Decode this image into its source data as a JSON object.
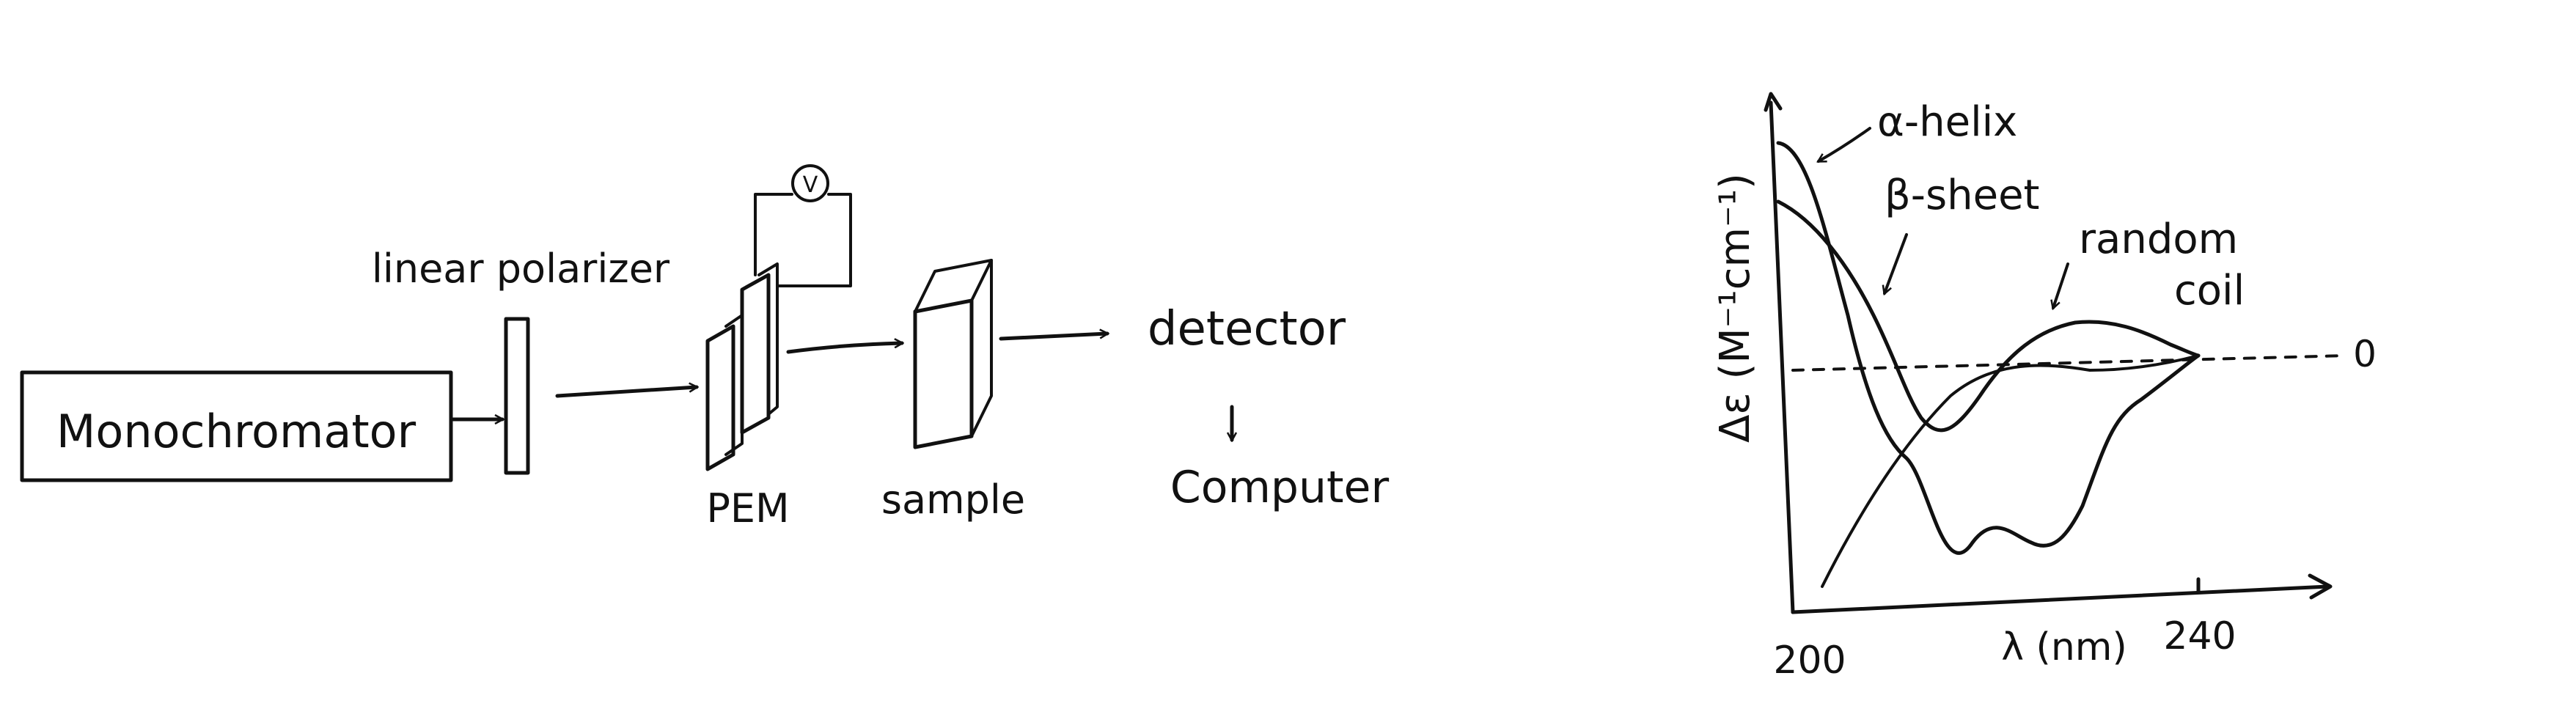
{
  "setup": {
    "source_label": "Monochromator",
    "polarizer_label": "linear polarizer",
    "modulator_label": "PEM",
    "sample_label": "sample",
    "detector_label": "detector",
    "computer_label": "Computer",
    "voltage_symbol": "V"
  },
  "cd_plot": {
    "y_axis_label": "Δε (M⁻¹cm⁻¹)",
    "x_axis_label": "λ (nm)",
    "x_tick_start": "200",
    "x_tick_end": "240",
    "zero_label": "0",
    "curves": [
      {
        "name": "α-helix"
      },
      {
        "name": "β-sheet"
      },
      {
        "name": "random coil"
      }
    ],
    "curve_label_1": "α-helix",
    "curve_label_2": "β-sheet",
    "curve_label_3a": "random",
    "curve_label_3b": "coil"
  }
}
